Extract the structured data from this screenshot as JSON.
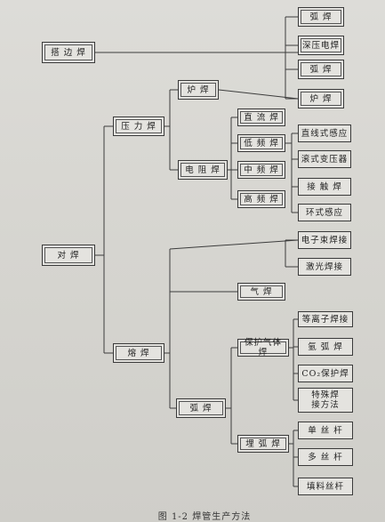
{
  "caption": "图 1-2  焊管生产方法",
  "nodes": {
    "dabian": "搭 边 焊",
    "duihan": "对   焊",
    "yali": "压 力 焊",
    "ronghan": "熔  焊",
    "luhan": "炉  焊",
    "dianzu": "电 阻 焊",
    "hu_a": "弧   焊",
    "dianyahan": "深压电焊",
    "hu_b": "弧   焊",
    "lu_r": "炉   焊",
    "zhiliu": "直 流 焊",
    "dipin": "低 频 焊",
    "zhongpin": "中 频 焊",
    "gaopin": "高 频 焊",
    "zhixian": "直线式感应",
    "bianya": "滚式变压器",
    "jiechu": "接 触 焊",
    "huanshi": "环式感应",
    "dianzishu": "电子束焊接",
    "jiguang": "激光焊接",
    "qihan": "气   焊",
    "dianhu": "弧   焊",
    "baohu": "保护气体焊",
    "maihu": "埋 弧 焊",
    "dengli": "等离子焊接",
    "yahu": "氩 弧 焊",
    "co2": "CO₂保护焊",
    "teshu": "特殊焊\n接方法",
    "dansi": "单 丝 杆",
    "duosi": "多 丝 杆",
    "tianliao": "填料丝杆"
  }
}
